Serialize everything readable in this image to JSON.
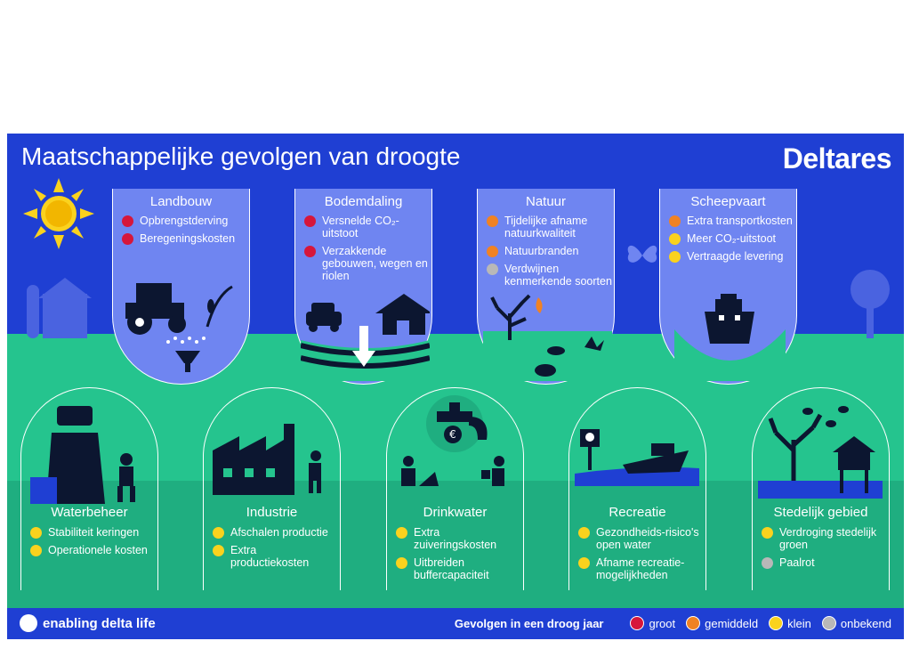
{
  "title": "Maatschappelijke gevolgen van droogte",
  "brand": "Deltares",
  "colors": {
    "groot": "#d6163b",
    "gemiddeld": "#f08224",
    "klein": "#fad21e",
    "onbekend": "#b8b8b8",
    "blue": "#1f3fd3",
    "green": "#25c48e"
  },
  "top_cards": [
    {
      "name": "Landbouw",
      "items": [
        {
          "text": "Opbrengstderving",
          "level": "red"
        },
        {
          "text": "Beregeningskosten",
          "level": "red"
        }
      ]
    },
    {
      "name": "Bodemdaling",
      "items": [
        {
          "text": "Versnelde CO₂-uitstoot",
          "level": "red"
        },
        {
          "text": "Verzakkende gebouwen, wegen en riolen",
          "level": "red"
        }
      ]
    },
    {
      "name": "Natuur",
      "items": [
        {
          "text": "Tijdelijke afname natuurkwaliteit",
          "level": "orange"
        },
        {
          "text": "Natuurbranden",
          "level": "orange"
        },
        {
          "text": "Verdwijnen kenmerkende soorten",
          "level": "grey"
        }
      ]
    },
    {
      "name": "Scheepvaart",
      "items": [
        {
          "text": "Extra transportkosten",
          "level": "orange"
        },
        {
          "text": "Meer CO₂-uitstoot",
          "level": "yellow"
        },
        {
          "text": "Vertraagde levering",
          "level": "yellow"
        }
      ]
    }
  ],
  "bottom_cards": [
    {
      "name": "Waterbeheer",
      "items": [
        {
          "text": "Stabiliteit keringen",
          "level": "yellow"
        },
        {
          "text": "Operationele kosten",
          "level": "yellow"
        }
      ]
    },
    {
      "name": "Industrie",
      "items": [
        {
          "text": "Afschalen productie",
          "level": "yellow"
        },
        {
          "text": "Extra productiekosten",
          "level": "yellow"
        }
      ]
    },
    {
      "name": "Drinkwater",
      "items": [
        {
          "text": "Extra zuiveringskosten",
          "level": "yellow"
        },
        {
          "text": "Uitbreiden buffercapaciteit",
          "level": "yellow"
        }
      ]
    },
    {
      "name": "Recreatie",
      "items": [
        {
          "text": "Gezondheids-risico's open water",
          "level": "yellow"
        },
        {
          "text": "Afname recreatie-mogelijkheden",
          "level": "yellow"
        }
      ]
    },
    {
      "name": "Stedelijk gebied",
      "items": [
        {
          "text": "Verdroging stedelijk groen",
          "level": "yellow"
        },
        {
          "text": "Paalrot",
          "level": "grey"
        }
      ]
    }
  ],
  "footer": {
    "slogan": "enabling delta life",
    "legend_title": "Gevolgen in een droog jaar",
    "legend": [
      {
        "label": "groot",
        "level": "red"
      },
      {
        "label": "gemiddeld",
        "level": "orange"
      },
      {
        "label": "klein",
        "level": "yellow"
      },
      {
        "label": "onbekend",
        "level": "grey"
      }
    ]
  },
  "icons": [
    "sun-icon",
    "tractor-icon",
    "wheat-icon",
    "sprinkler-icon",
    "car-icon",
    "house-icon",
    "subsidence-arrow-icon",
    "dead-tree-icon",
    "fire-icon",
    "fish-icon",
    "frog-icon",
    "lotus-icon",
    "ship-icon",
    "pump-station-icon",
    "worker-icon",
    "factory-icon",
    "tap-euro-icon",
    "boat-icon",
    "skull-sign-icon",
    "house-on-piles-icon",
    "butterfly-icon"
  ]
}
